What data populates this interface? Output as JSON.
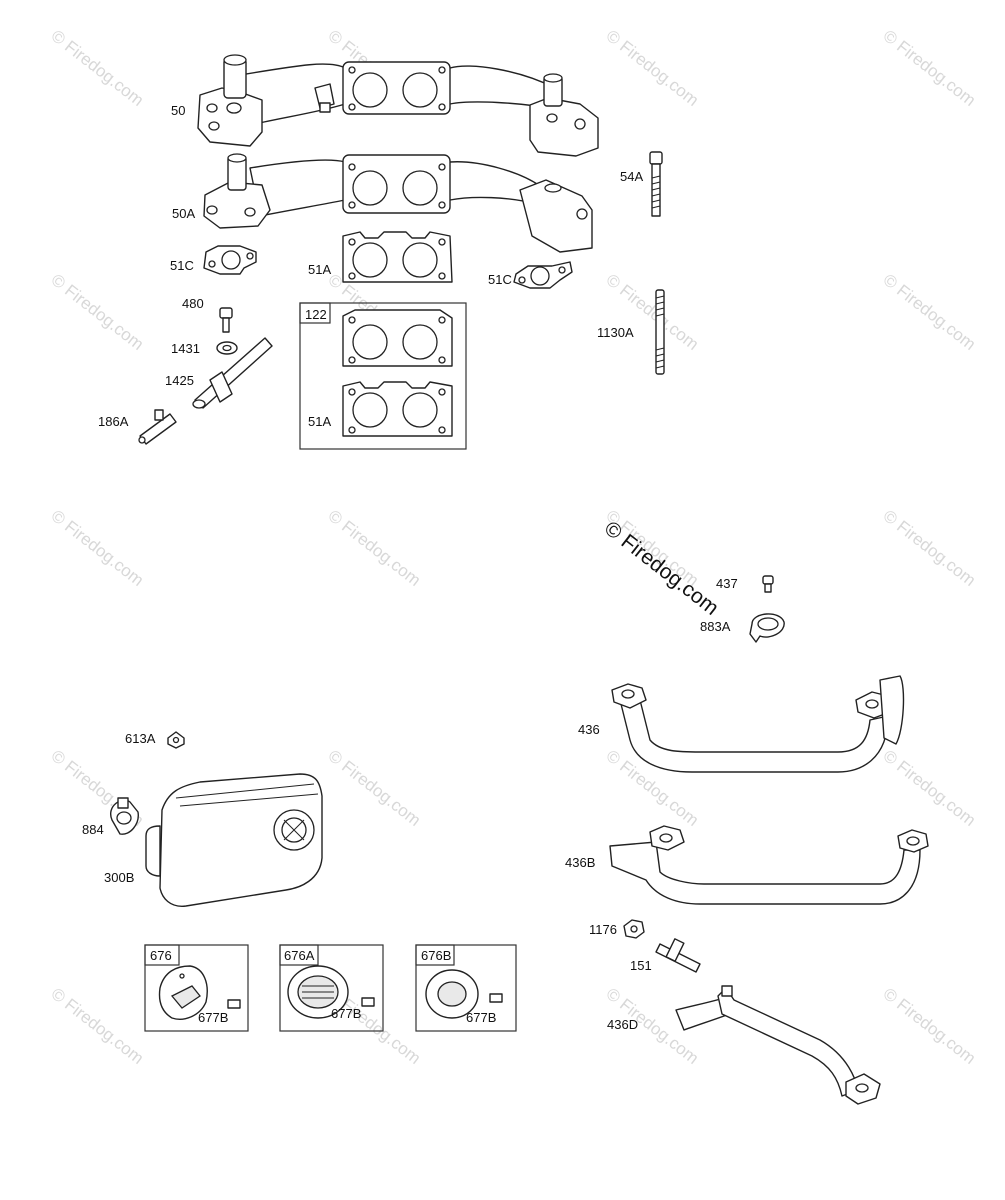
{
  "watermark": {
    "text": "© Firedog.com"
  },
  "part_labels": {
    "p50": "50",
    "p50A": "50A",
    "p51C_left": "51C",
    "p51A_upper": "51A",
    "p51C_right": "51C",
    "p54A": "54A",
    "p480": "480",
    "p1431": "1431",
    "p1425": "1425",
    "p186A": "186A",
    "p122": "122",
    "p51A_box": "51A",
    "p1130A": "1130A",
    "p437": "437",
    "p883A": "883A",
    "p436": "436",
    "p436B": "436B",
    "p1176": "1176",
    "p151": "151",
    "p436D": "436D",
    "p613A": "613A",
    "p884": "884",
    "p300B": "300B",
    "p676": "676",
    "p676A": "676A",
    "p676B": "676B",
    "p677B_1": "677B",
    "p677B_2": "677B",
    "p677B_3": "677B"
  }
}
